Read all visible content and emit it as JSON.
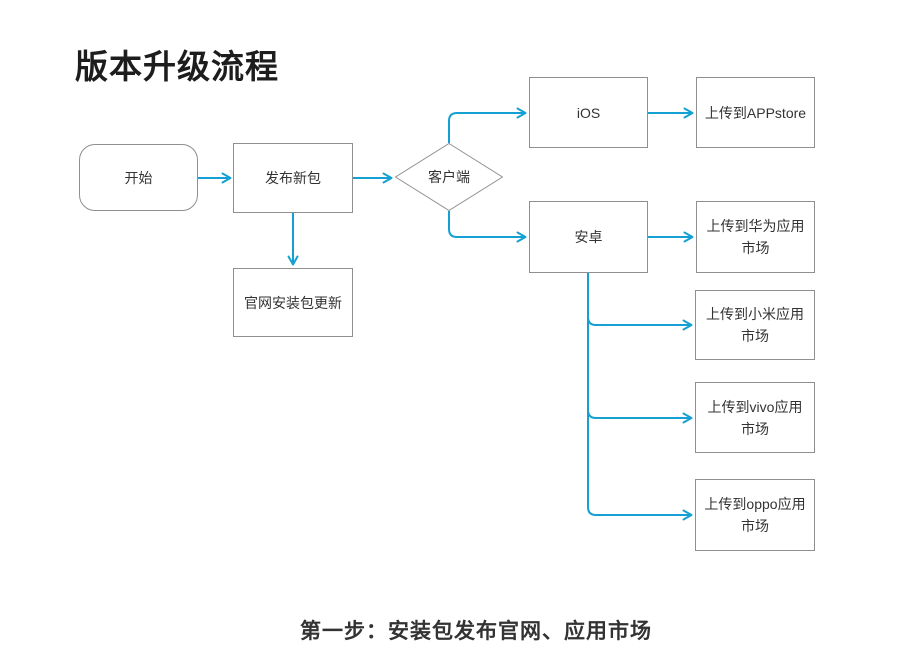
{
  "page": {
    "title": "版本升级流程",
    "caption": "第一步：安装包发布官网、应用市场"
  },
  "colors": {
    "connector": "#14a0d2",
    "node_border": "#8f8f8f",
    "node_fill": "#ffffff",
    "node_text": "#333333",
    "title_text": "#1d1d1d"
  },
  "flowchart": {
    "nodes": {
      "start": {
        "shape": "rounded-rect",
        "label": "开始"
      },
      "publish": {
        "shape": "rect",
        "label": "发布新包"
      },
      "client": {
        "shape": "diamond",
        "label": "客户端"
      },
      "website": {
        "shape": "rect",
        "label": "官网安装包更新"
      },
      "ios": {
        "shape": "rect",
        "label": "iOS"
      },
      "appstore": {
        "shape": "rect",
        "label": "上传到APPstore"
      },
      "android": {
        "shape": "rect",
        "label": "安卓"
      },
      "huawei": {
        "shape": "rect",
        "label": "上传到华为应用\n市场"
      },
      "xiaomi": {
        "shape": "rect",
        "label": "上传到小米应用\n市场"
      },
      "vivo": {
        "shape": "rect",
        "label": "上传到vivo应用\n市场"
      },
      "oppo": {
        "shape": "rect",
        "label": "上传到oppo应用\n市场"
      }
    },
    "edges": [
      {
        "from": "start",
        "to": "publish"
      },
      {
        "from": "publish",
        "to": "client"
      },
      {
        "from": "publish",
        "to": "website"
      },
      {
        "from": "client",
        "to": "ios"
      },
      {
        "from": "client",
        "to": "android"
      },
      {
        "from": "ios",
        "to": "appstore"
      },
      {
        "from": "android",
        "to": "huawei"
      },
      {
        "from": "android",
        "to": "xiaomi"
      },
      {
        "from": "android",
        "to": "vivo"
      },
      {
        "from": "android",
        "to": "oppo"
      }
    ]
  }
}
